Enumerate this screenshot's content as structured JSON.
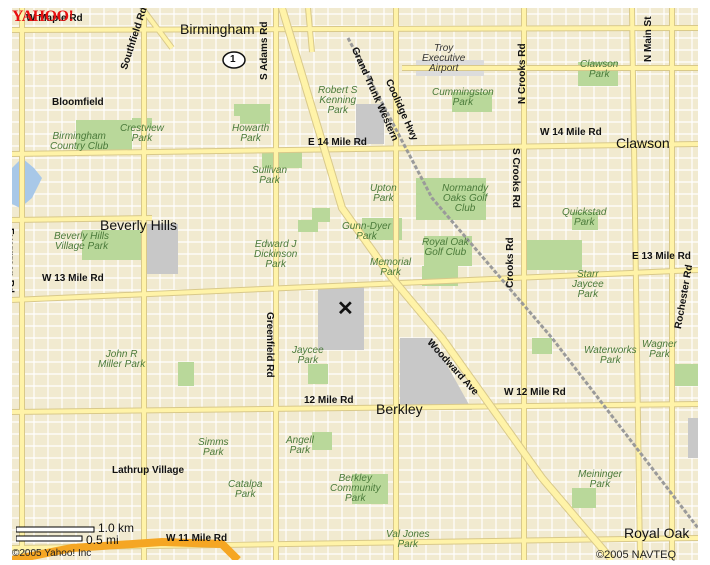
{
  "provider": {
    "logo": "YAHOO!",
    "copyright_left": "©2005 Yahoo! Inc",
    "copyright_right": "©2005 NAVTEQ"
  },
  "scale": {
    "km": "1.0 km",
    "mi": "0.5 mi"
  },
  "marker": {
    "symbol": "✕"
  },
  "colors": {
    "land": "#f1ead0",
    "minor_road": "#ffffff",
    "arterial": "#fff3a8",
    "highway": "#f5a623",
    "park": "#b9d89a",
    "poi_area": "#c8c8c8",
    "water": "#a8c8e8",
    "rail": "#9a9a9a"
  },
  "cities": [
    {
      "id": "birmingham",
      "text": "Birmingham"
    },
    {
      "id": "clawson",
      "text": "Clawson"
    },
    {
      "id": "beverly-hills",
      "text": "Beverly Hills"
    },
    {
      "id": "berkley",
      "text": "Berkley"
    },
    {
      "id": "royal-oak",
      "text": "Royal Oak"
    },
    {
      "id": "bloomfield",
      "text": "Bloomfield"
    },
    {
      "id": "lathrup-village",
      "text": "Lathrup Village"
    }
  ],
  "roads": [
    {
      "id": "w-maple-rd",
      "text": "W Maple Rd"
    },
    {
      "id": "southfield-rd",
      "text": "Southfield Rd"
    },
    {
      "id": "s-adams-rd",
      "text": "S Adams Rd"
    },
    {
      "id": "grand-trunk-western",
      "text": "Grand Trunk Western"
    },
    {
      "id": "coolidge-hwy",
      "text": "Coolidge Hwy"
    },
    {
      "id": "n-crooks-rd",
      "text": "N Crooks Rd"
    },
    {
      "id": "n-main-st",
      "text": "N Main St"
    },
    {
      "id": "w-14-mile-rd",
      "text": "W 14 Mile Rd"
    },
    {
      "id": "e-14-mile-rd",
      "text": "E 14 Mile Rd"
    },
    {
      "id": "s-crooks-rd",
      "text": "S Crooks Rd"
    },
    {
      "id": "evergreen-rd",
      "text": "Evergreen Rd"
    },
    {
      "id": "w-13-mile-rd",
      "text": "W 13 Mile Rd"
    },
    {
      "id": "e-13-mile-rd",
      "text": "E 13 Mile Rd"
    },
    {
      "id": "crooks-rd",
      "text": "Crooks Rd"
    },
    {
      "id": "rochester-rd",
      "text": "Rochester Rd"
    },
    {
      "id": "greenfield-rd",
      "text": "Greenfield Rd"
    },
    {
      "id": "woodward-ave",
      "text": "Woodward Ave"
    },
    {
      "id": "12-mile-rd",
      "text": "12 Mile Rd"
    },
    {
      "id": "w-12-mile-rd",
      "text": "W 12 Mile Rd"
    },
    {
      "id": "w-11-mile-rd",
      "text": "W 11 Mile Rd"
    },
    {
      "id": "route-1",
      "text": "1"
    }
  ],
  "parks": [
    {
      "id": "troy-executive-airport",
      "text": "Troy\nExecutive\nAirport"
    },
    {
      "id": "clawson-park",
      "text": "Clawson\nPark"
    },
    {
      "id": "robert-s-kenning-park",
      "text": "Robert S\nKenning\nPark"
    },
    {
      "id": "cummingston-park",
      "text": "Cummingston\nPark"
    },
    {
      "id": "crestview-park",
      "text": "Crestview\nPark"
    },
    {
      "id": "howarth-park",
      "text": "Howarth\nPark"
    },
    {
      "id": "birmingham-country-club",
      "text": "Birmingham\nCountry Club"
    },
    {
      "id": "sullivan-park",
      "text": "Sullivan\nPark"
    },
    {
      "id": "upton-park",
      "text": "Upton\nPark"
    },
    {
      "id": "normandy-oaks-golf-club",
      "text": "Normandy\nOaks Golf\nClub"
    },
    {
      "id": "quickstad-park",
      "text": "Quickstad\nPark"
    },
    {
      "id": "beverly-hills-village-park",
      "text": "Beverly Hills\nVillage Park"
    },
    {
      "id": "gunn-dyer-park",
      "text": "Gunn-Dyer\nPark"
    },
    {
      "id": "edward-j-dickinson-park",
      "text": "Edward J\nDickinson\nPark"
    },
    {
      "id": "royal-oak-golf-club",
      "text": "Royal Oak\nGolf Club"
    },
    {
      "id": "memorial-park",
      "text": "Memorial\nPark"
    },
    {
      "id": "starr-jaycee-park",
      "text": "Starr\nJaycee\nPark"
    },
    {
      "id": "jaycee-park",
      "text": "Jaycee\nPark"
    },
    {
      "id": "john-r-miller-park",
      "text": "John R\nMiller Park"
    },
    {
      "id": "waterworks-park",
      "text": "Waterworks\nPark"
    },
    {
      "id": "wagner-park",
      "text": "Wagner\nPark"
    },
    {
      "id": "simms-park",
      "text": "Simms\nPark"
    },
    {
      "id": "angell-park",
      "text": "Angell\nPark"
    },
    {
      "id": "berkley-community-park",
      "text": "Berkley\nCommunity\nPark"
    },
    {
      "id": "catalpa-park",
      "text": "Catalpa\nPark"
    },
    {
      "id": "meininger-park",
      "text": "Meininger\nPark"
    },
    {
      "id": "val-jones-park",
      "text": "Val Jones\nPark"
    }
  ]
}
